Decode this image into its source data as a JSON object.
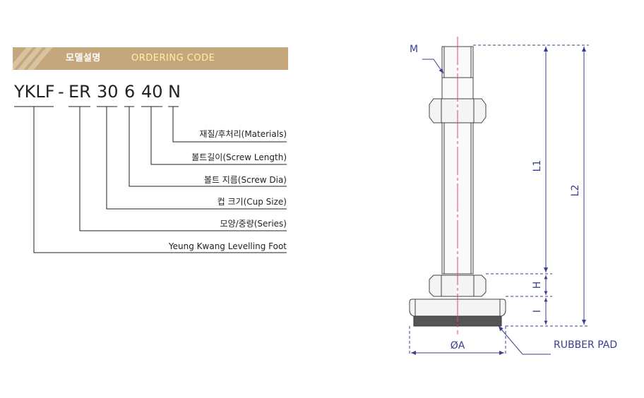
{
  "header": {
    "title_korean": "모델설명",
    "title_english": "ORDERING CODE"
  },
  "code_segments": [
    "YKLF",
    "-",
    "ER",
    "30",
    "6",
    "40",
    "N"
  ],
  "descriptions": [
    "재질/후처리(Materials)",
    "볼트길이(Screw Length)",
    "볼트 지름(Screw Dia)",
    "컵 크기(Cup Size)",
    "모양/중량(Series)",
    "Yeung Kwang Levelling Foot"
  ],
  "drawing_labels": {
    "thread": "M",
    "length_1": "L1",
    "length_2": "L2",
    "height_h": "H",
    "height_i": "I",
    "diameter": "ØA",
    "pad": "RUBBER PAD"
  },
  "colors": {
    "banner_bg": "#c4a77d",
    "banner_stripe": "#d9c4a2",
    "banner_title_accent": "#fff0a8",
    "dimension_line": "#3b3f8f",
    "centerline": "#e0408c",
    "rubber_pad": "#555555"
  }
}
